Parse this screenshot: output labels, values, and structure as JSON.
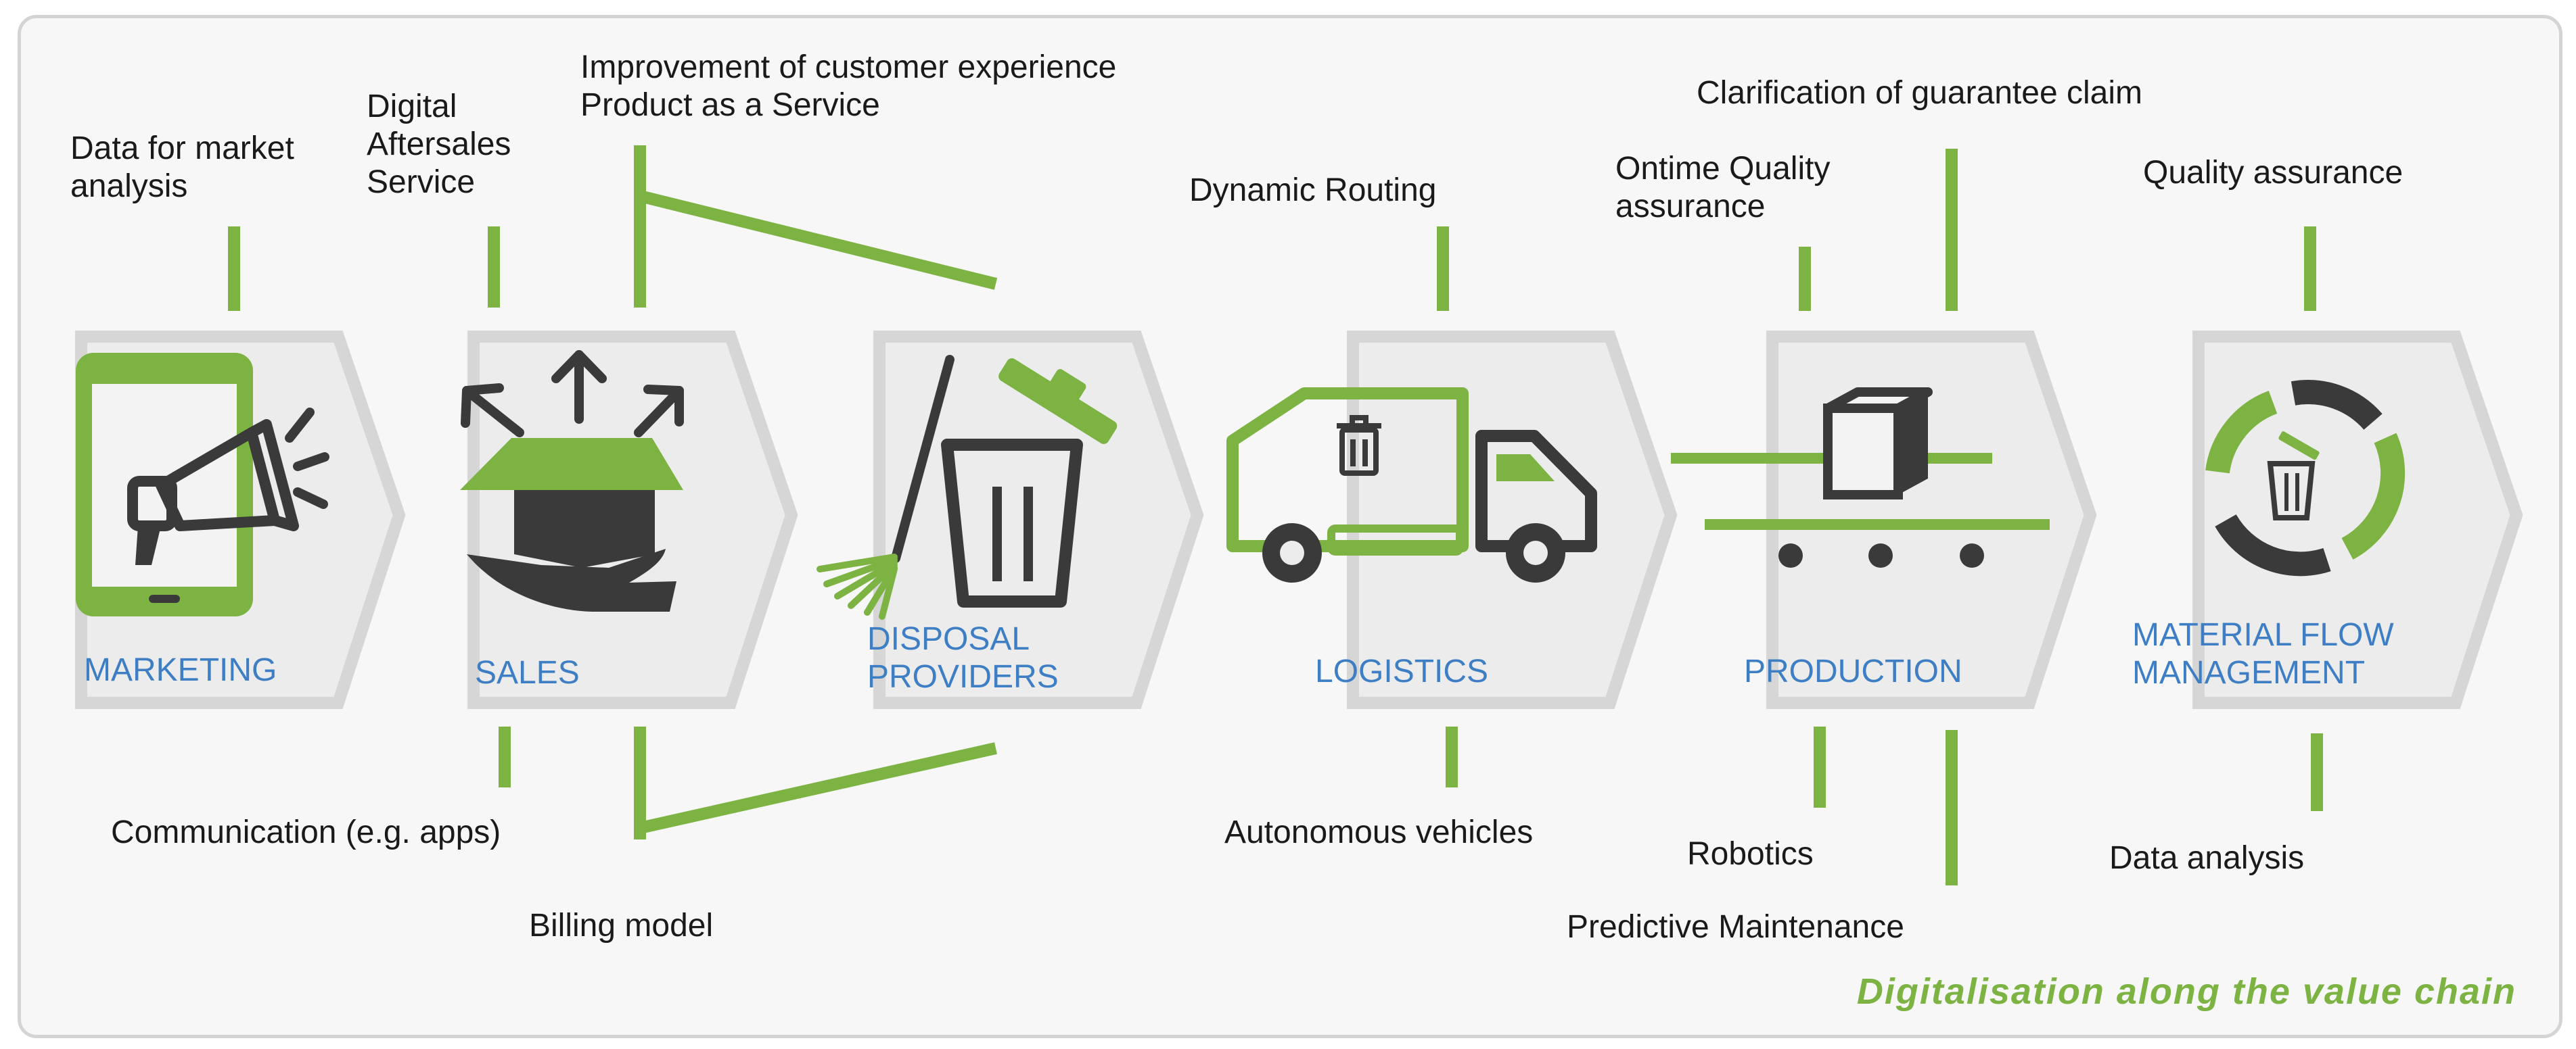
{
  "stages": {
    "marketing": "MARKETING",
    "sales": "SALES",
    "disposal": "DISPOSAL\nPROVIDERS",
    "logistics": "LOGISTICS",
    "production": "PRODUCTION",
    "material_flow": "MATERIAL FLOW\nMANAGEMENT"
  },
  "top_labels": {
    "market_analysis": "Data for market\nanalysis",
    "aftersales": "Digital\nAftersales\nService",
    "customer_experience": "Improvement of customer experience\nProduct as a Service",
    "dynamic_routing": "Dynamic Routing",
    "ontime_quality": "Ontime Quality\nassurance",
    "guarantee": "Clarification of guarantee  claim",
    "quality_assurance": "Quality assurance"
  },
  "bottom_labels": {
    "communication": "Communication (e.g. apps)",
    "billing": "Billing model",
    "autonomous": "Autonomous   vehicles",
    "robotics": "Robotics",
    "predictive": "Predictive Maintenance",
    "data_analysis": "Data analysis"
  },
  "footer": "Digitalisation along the value chain",
  "colors": {
    "green": "#7cb342",
    "dark": "#3a3a3a",
    "gray": "#d6d6d6",
    "blue": "#3d7ec4"
  }
}
